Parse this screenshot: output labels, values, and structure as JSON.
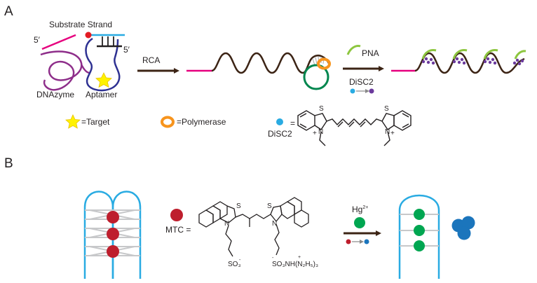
{
  "panel_a": {
    "letter": "A",
    "substrate_strand": "Substrate Strand",
    "five_prime_left": "5′",
    "five_prime_right": "5′",
    "dnazyme": "DNAzyme",
    "aptamer": "Aptamer",
    "rca": "RCA",
    "pna": "PNA",
    "disc2_top": "DiSC2",
    "legend_target": "=Target",
    "legend_polymerase": "=Polymerase",
    "legend_disc2": "DiSC2",
    "legend_equals": "=",
    "atom_s_left": "S",
    "atom_s_right": "S",
    "atom_n_left": "N",
    "atom_n_right": "N",
    "charge_left": "+",
    "charge_right": "+"
  },
  "panel_b": {
    "letter": "B",
    "mtc": "MTC =",
    "hg_base": "Hg",
    "hg_charge": "2+",
    "atom_s_left": "S",
    "atom_s_right": "S",
    "atom_n_left": "N",
    "atom_n_right": "N",
    "so3_left": "SO₃",
    "so3_left_charge": "-",
    "so3_right": "SO₃NH(N₂H₅)₃",
    "so3_right_charge": "-",
    "nh_charge": "+"
  },
  "colors": {
    "substrate": "#e6007e",
    "dnazyme": "#8e2e8a",
    "aptamer": "#2e3192",
    "rca_product": "#3c2415",
    "arrow": "#3c2415",
    "pna": "#8dc63f",
    "disc2_dot": "#29abe2",
    "disc2_bound": "#6b3a9c",
    "circle_template": "#00864e",
    "polymerase": "#f7941d",
    "target_star": "#fff200",
    "mtc_dot": "#be1e2d",
    "hg_dot": "#00a651",
    "aggregate": "#1b75bc",
    "quadruplex": "#29abe2",
    "plate": "#c7c8ca"
  }
}
